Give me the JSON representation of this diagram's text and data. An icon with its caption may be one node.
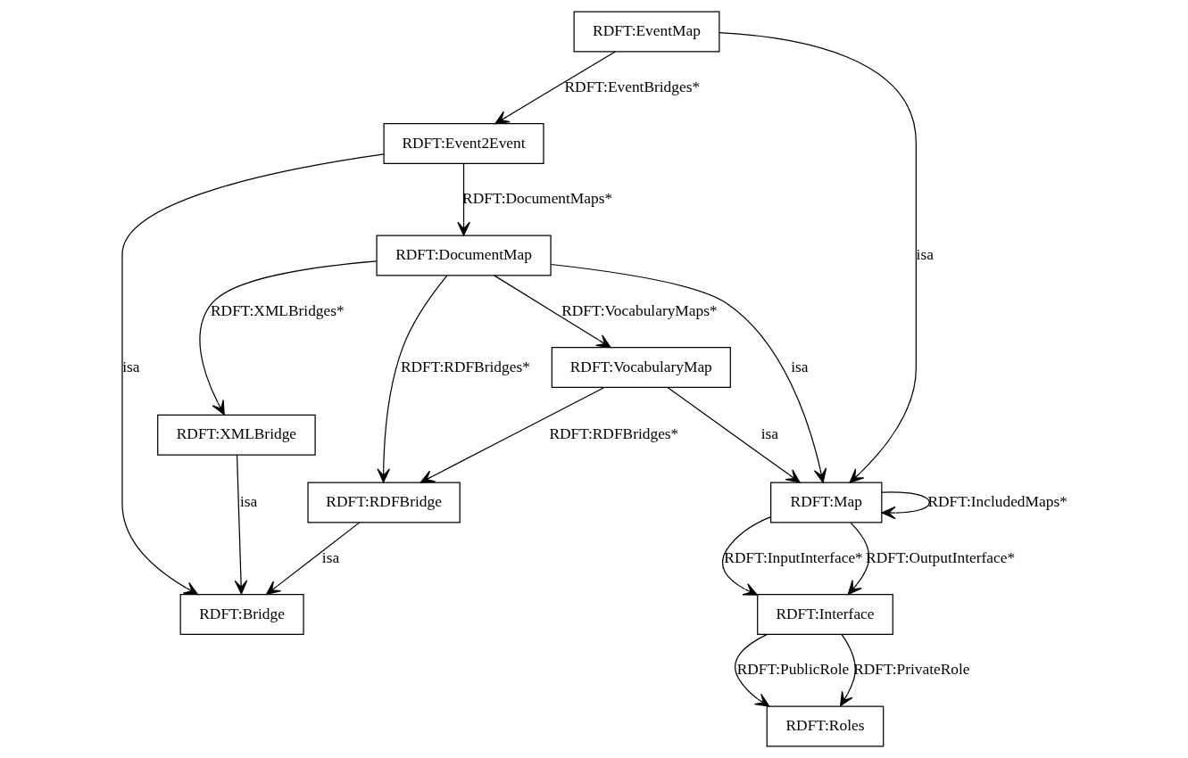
{
  "diagram": {
    "nodes": [
      {
        "text": [
          "RDFT:Map"
        ]
      },
      {
        "text": [
          "RDFT:Bridge"
        ]
      },
      {
        "text": [
          "RDFT:EventMap"
        ]
      },
      {
        "text": [
          "RDFT:Interface"
        ]
      },
      {
        "text": [
          "RDFT:Event2Event"
        ]
      },
      {
        "text": [
          "RDFT:Roles"
        ]
      },
      {
        "text": [
          "RDFT:DocumentMap"
        ]
      },
      {
        "text": [
          "RDFT:XMLBridge"
        ]
      },
      {
        "text": [
          "RDFT:VocabularyMap"
        ]
      },
      {
        "text": [
          "RDFT:RDFBridge"
        ]
      }
    ],
    "edges": [
      {
        "from": 0,
        "to": 0,
        "arrow": "to",
        "label": "RDFT:IncludedMaps*"
      },
      {
        "from": 2,
        "to": 0,
        "arrow": "to",
        "label": "isa"
      },
      {
        "from": 0,
        "to": 3,
        "arrow": "to",
        "label": "RDFT:InputInterface*"
      },
      {
        "from": 0,
        "to": 3,
        "arrow": "to",
        "label": "RDFT:OutputInterface*"
      },
      {
        "from": 8,
        "to": 0,
        "arrow": "to",
        "label": "isa"
      },
      {
        "from": 4,
        "to": 1,
        "arrow": "to",
        "label": "isa"
      },
      {
        "from": 2,
        "to": 4,
        "arrow": "to",
        "label": "RDFT:EventBridges*"
      },
      {
        "from": 3,
        "to": 5,
        "arrow": "to",
        "label": "RDFT:PublicRole"
      },
      {
        "from": 3,
        "to": 5,
        "arrow": "to",
        "label": "RDFT:PrivateRole"
      },
      {
        "from": 6,
        "to": 0,
        "arrow": "to",
        "label": "isa"
      },
      {
        "from": 4,
        "to": 6,
        "arrow": "to",
        "label": "RDFT:DocumentMaps*"
      },
      {
        "from": 7,
        "to": 1,
        "arrow": "to",
        "label": "isa"
      },
      {
        "from": 9,
        "to": 1,
        "arrow": "to",
        "label": "isa"
      },
      {
        "from": 6,
        "to": 7,
        "arrow": "to",
        "label": "RDFT:XMLBridges*"
      },
      {
        "from": 6,
        "to": 9,
        "arrow": "to",
        "label": "RDFT:RDFBridges*"
      },
      {
        "from": 6,
        "to": 8,
        "arrow": "to",
        "label": "RDFT:VocabularyMaps*"
      },
      {
        "from": 8,
        "to": 9,
        "arrow": "to",
        "label": "RDFT:RDFBridges*"
      }
    ]
  }
}
